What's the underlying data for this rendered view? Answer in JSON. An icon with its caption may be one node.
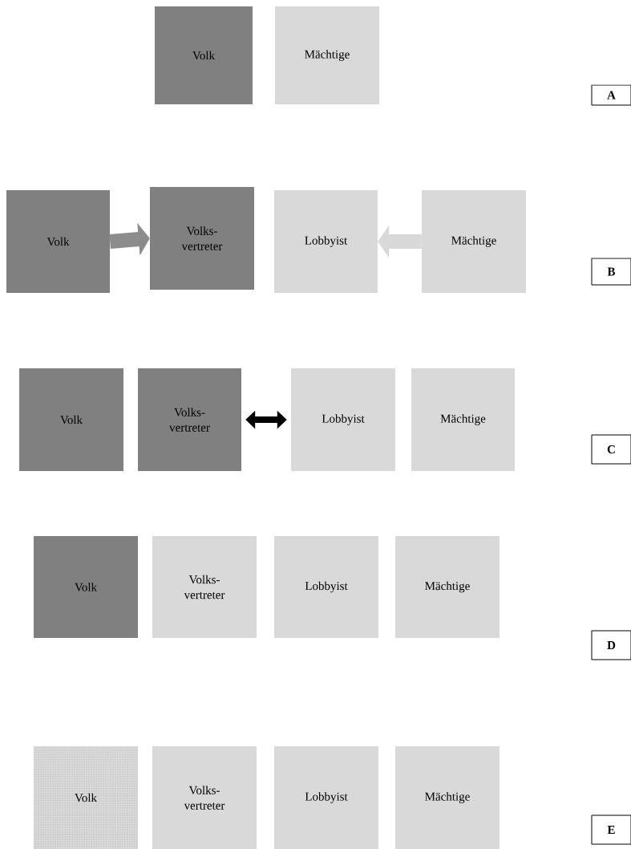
{
  "diagram": {
    "nodes": [
      {
        "text": [
          "Volk"
        ]
      },
      {
        "text": [
          "Mächtige"
        ]
      },
      {
        "text": [
          "A"
        ]
      },
      {
        "text": [
          "Volk"
        ]
      },
      {
        "text": [
          "Volks- vertreter"
        ]
      },
      {
        "text": [
          "Lobbyist"
        ]
      },
      {
        "text": [
          "Mächtige"
        ]
      },
      {
        "text": [
          "B"
        ]
      },
      {
        "text": [
          "Volk"
        ]
      },
      {
        "text": [
          "Volks- vertreter"
        ]
      },
      {
        "text": [
          "Lobbyist"
        ]
      },
      {
        "text": [
          "Mächtige"
        ]
      },
      {
        "text": [
          "C"
        ]
      },
      {
        "text": [
          "Volk"
        ]
      },
      {
        "text": [
          "Volks- vertreter"
        ]
      },
      {
        "text": [
          "Lobbyist"
        ]
      },
      {
        "text": [
          "Mächtige"
        ]
      },
      {
        "text": [
          "D"
        ]
      },
      {
        "text": [
          "Volk"
        ]
      },
      {
        "text": [
          "Volks- vertreter"
        ]
      },
      {
        "text": [
          "Lobbyist"
        ]
      },
      {
        "text": [
          "Mächtige"
        ]
      },
      {
        "text": [
          "E"
        ]
      }
    ],
    "edges": [
      {
        "from": 3,
        "to": 4,
        "arrow": "to",
        "color": "#8c8c8c"
      },
      {
        "from": 6,
        "to": 5,
        "arrow": "to",
        "color": "#d9d9d9"
      },
      {
        "from": 9,
        "to": 10,
        "arrow": "both",
        "color": "#000000"
      }
    ]
  }
}
